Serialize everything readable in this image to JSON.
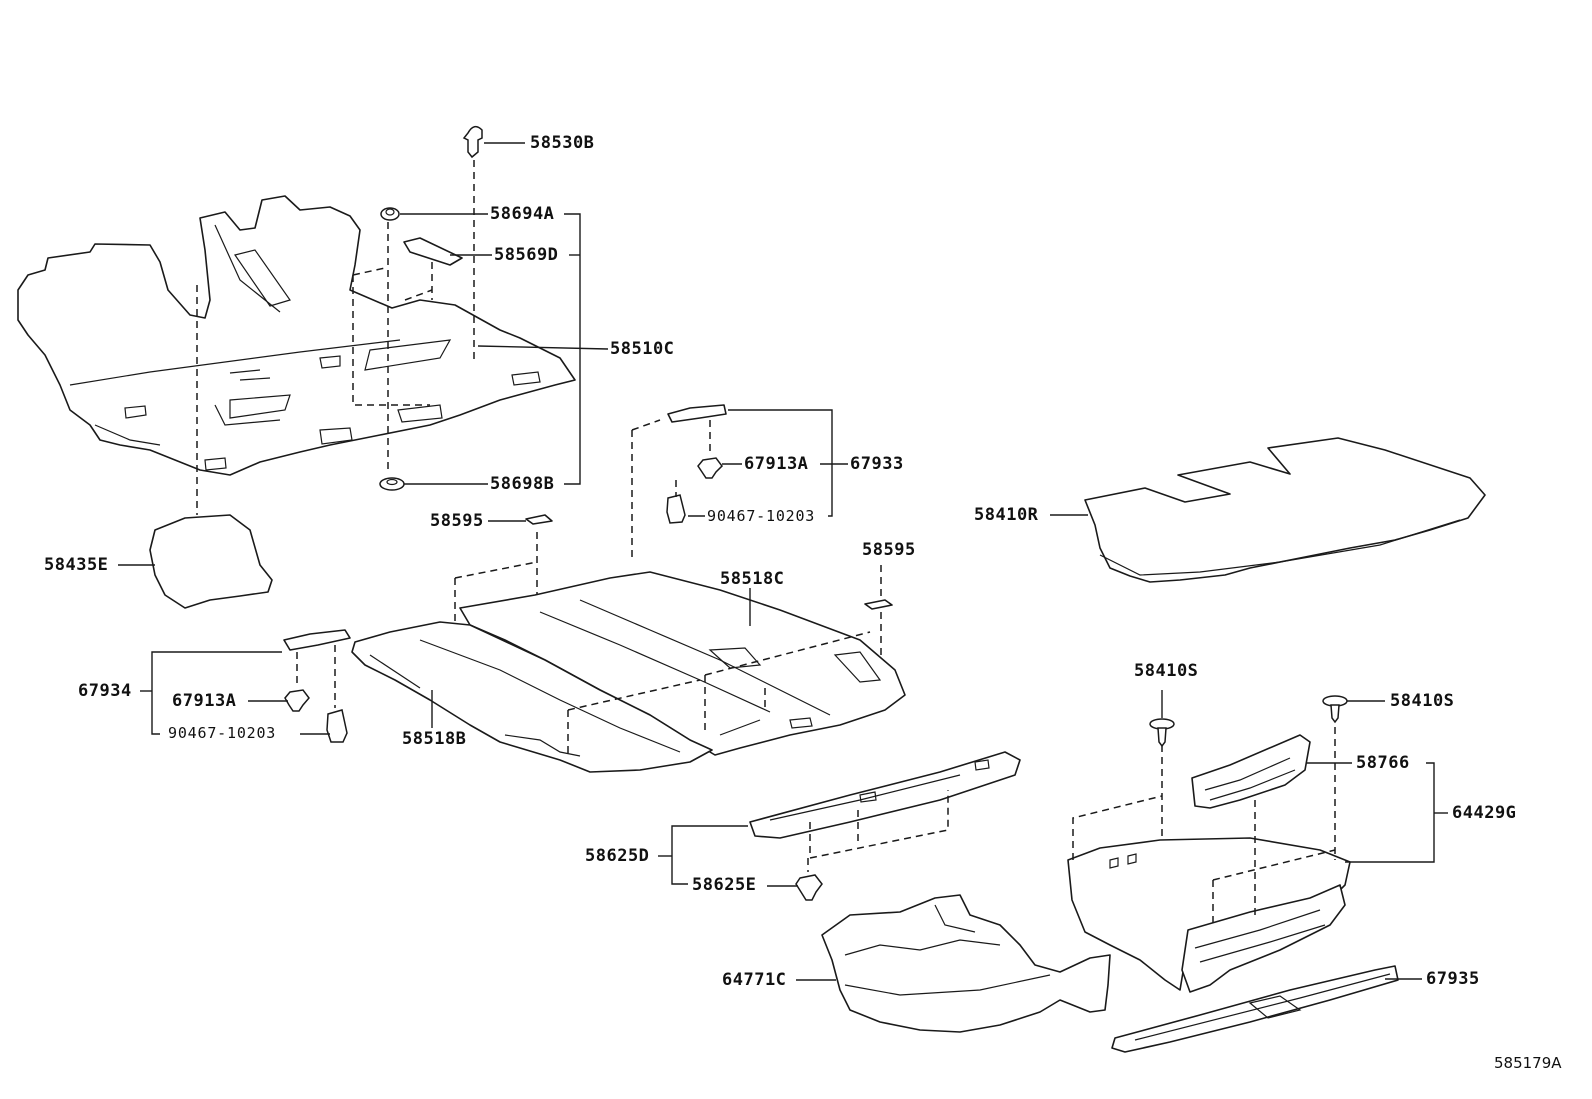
{
  "diagram": {
    "code": "585179A",
    "labels": {
      "p58530B": "58530B",
      "p58694A": "58694A",
      "p58569D": "58569D",
      "p58510C": "58510C",
      "p58698B": "58698B",
      "p58435E": "58435E",
      "p58595a": "58595",
      "p58595b": "58595",
      "p67913A_top": "67913A",
      "p67933": "67933",
      "p90467_top": "90467-10203",
      "p58518C": "58518C",
      "p58518B": "58518B",
      "p67934": "67934",
      "p67913A_bottom": "67913A",
      "p90467_bottom": "90467-10203",
      "p58410R": "58410R",
      "p58410S_left": "58410S",
      "p58410S_right": "58410S",
      "p58766": "58766",
      "p64429G": "64429G",
      "p58625D": "58625D",
      "p58625E": "58625E",
      "p64771C": "64771C",
      "p67935": "67935"
    }
  }
}
